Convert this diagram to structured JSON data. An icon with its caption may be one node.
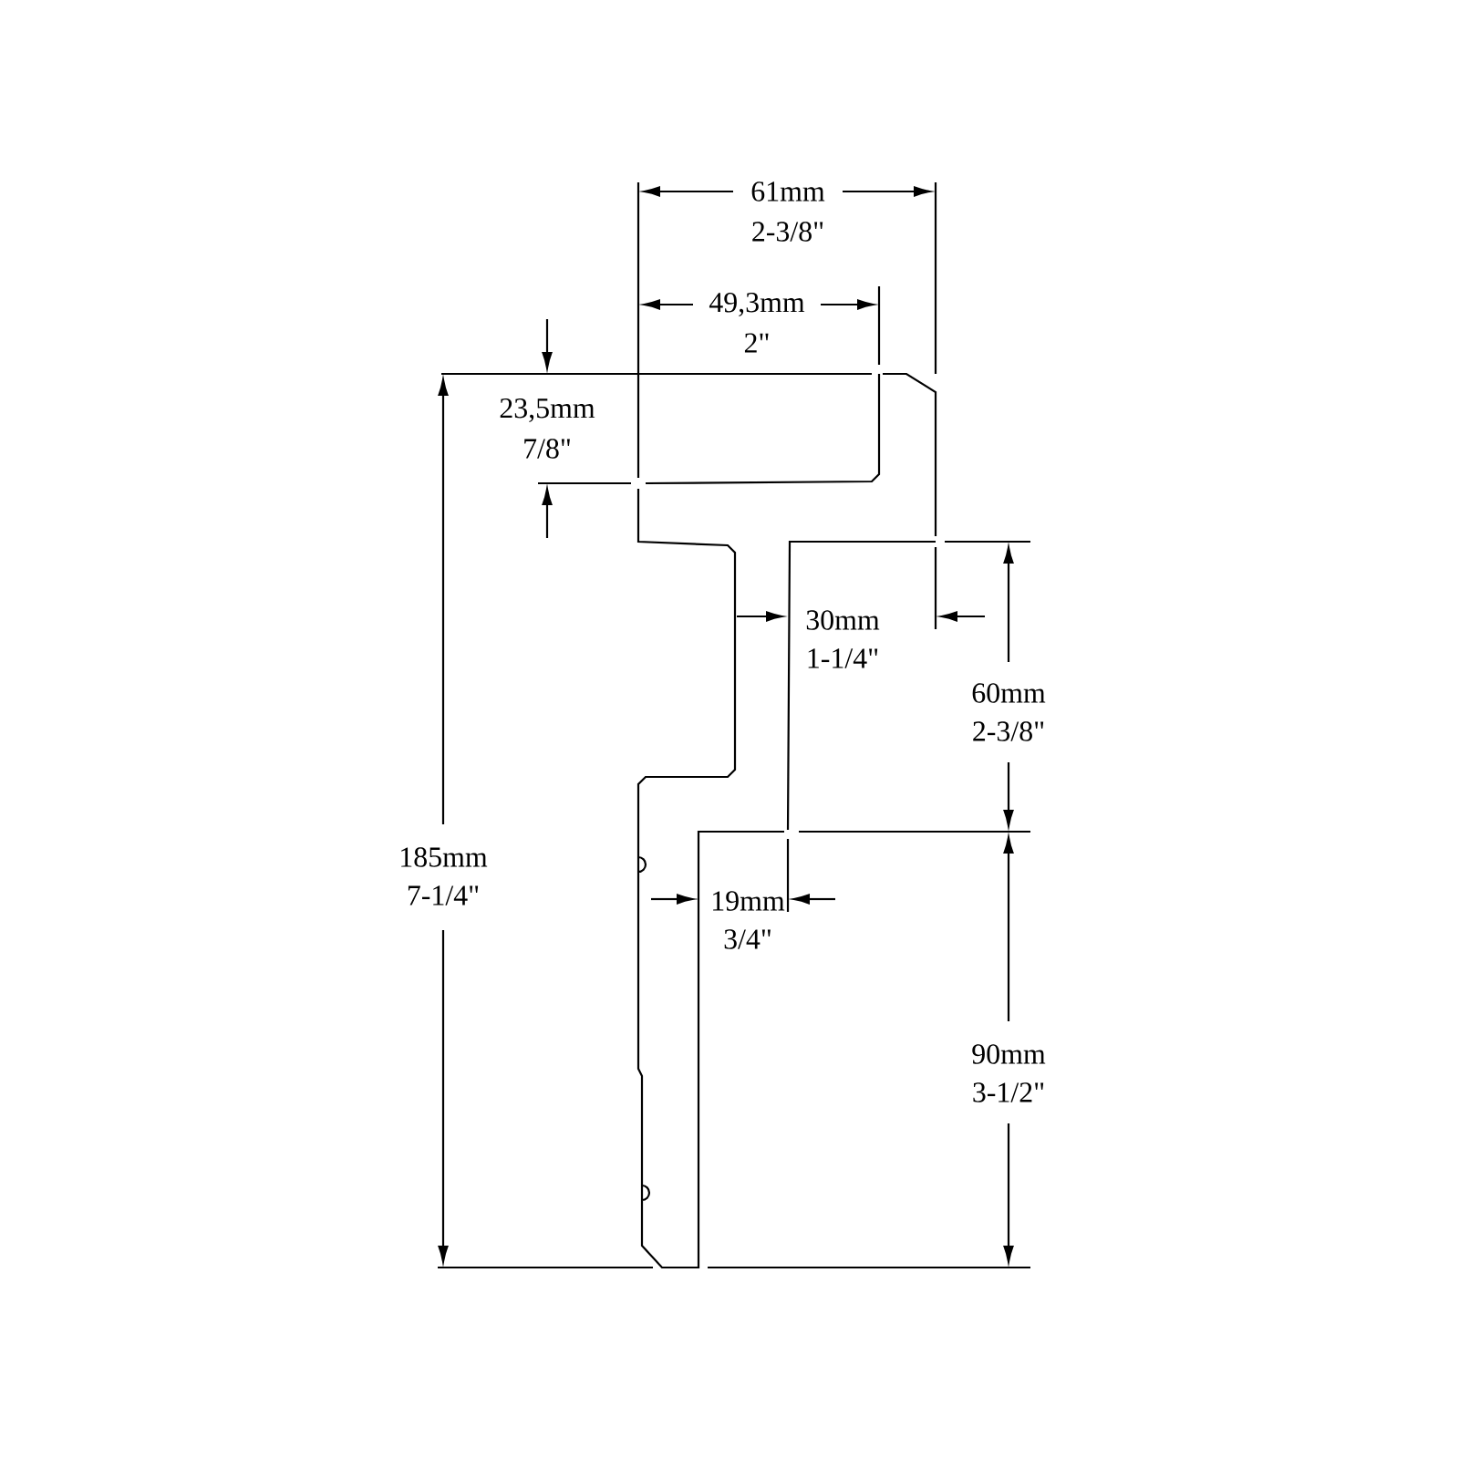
{
  "diagram": {
    "labels": [
      "61mm",
      "2-3/8\"",
      "49,3mm",
      "2\"",
      "23,5mm",
      "7/8\"",
      "30mm",
      "1-1/4\"",
      "60mm",
      "2-3/8\"",
      "185mm",
      "7-1/4\"",
      "19mm",
      "3/4\"",
      "90mm",
      "3-1/2\""
    ]
  }
}
